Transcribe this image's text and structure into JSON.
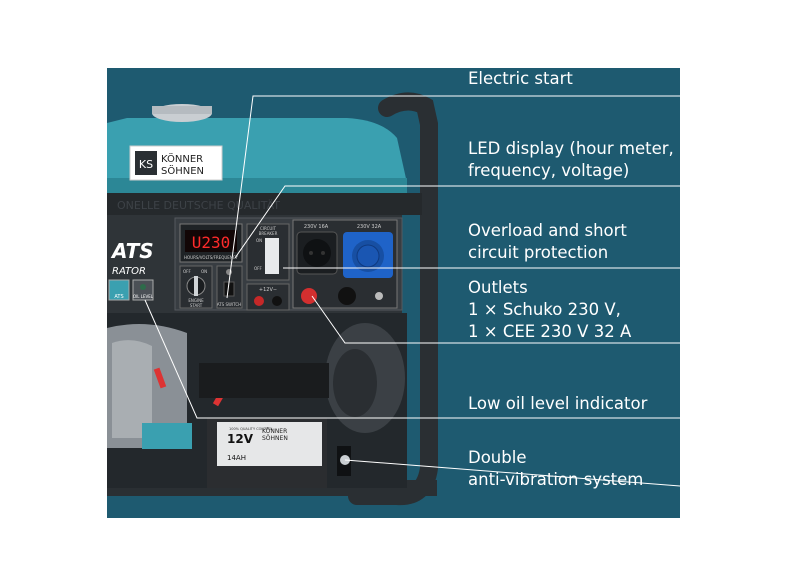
{
  "features": [
    {
      "lines": [
        "Electric start"
      ]
    },
    {
      "lines": [
        "LED display (hour meter,",
        "frequency, voltage)"
      ]
    },
    {
      "lines": [
        "Overload and short",
        "circuit protection"
      ]
    },
    {
      "lines": [
        "Outlets",
        "1 × Schuko 230 V,",
        "1 × CEE 230 V 32 A"
      ]
    },
    {
      "lines": [
        "Low oil level indicator"
      ]
    },
    {
      "lines": [
        "Double",
        "anti-vibration system"
      ]
    }
  ],
  "product": {
    "brand_line1": "KÖNNER",
    "brand_line2": "SÖHNEN",
    "brand_mark": "KS",
    "model_text": "ATS",
    "model_sub": "RATOR",
    "display_value": "U230",
    "display_caption": "HOURS/VOLTS/FREQUENCY",
    "breaker_label_1": "CIRCUIT",
    "breaker_label_2": "BREAKER",
    "breaker_on": "ON",
    "breaker_off": "OFF",
    "outlet_1_label": "230V 16A",
    "outlet_2_label": "230V 32A",
    "dc_label": "+12V−",
    "switch_on": "ON",
    "switch_off": "OFF",
    "switch_start": "START",
    "switch_label": "ENGINE",
    "ats_switch_label": "ATS SWITCH",
    "ats_button_label": "ATS",
    "oil_label": "OIL LEVEL",
    "battery_voltage": "12V",
    "battery_capacity": "14AH",
    "battery_quality": "100% QUALITY CONTROL",
    "top_strip_text": "ONELLE DEUTSCHE QUALITÄT"
  },
  "colors": {
    "panel_bg": "#1e5a70",
    "tank_teal": "#3aa0b0",
    "frame": "#2a2f33",
    "text": "#ffffff",
    "led": "#ff2b2b",
    "cee_blue": "#1f63c8"
  }
}
